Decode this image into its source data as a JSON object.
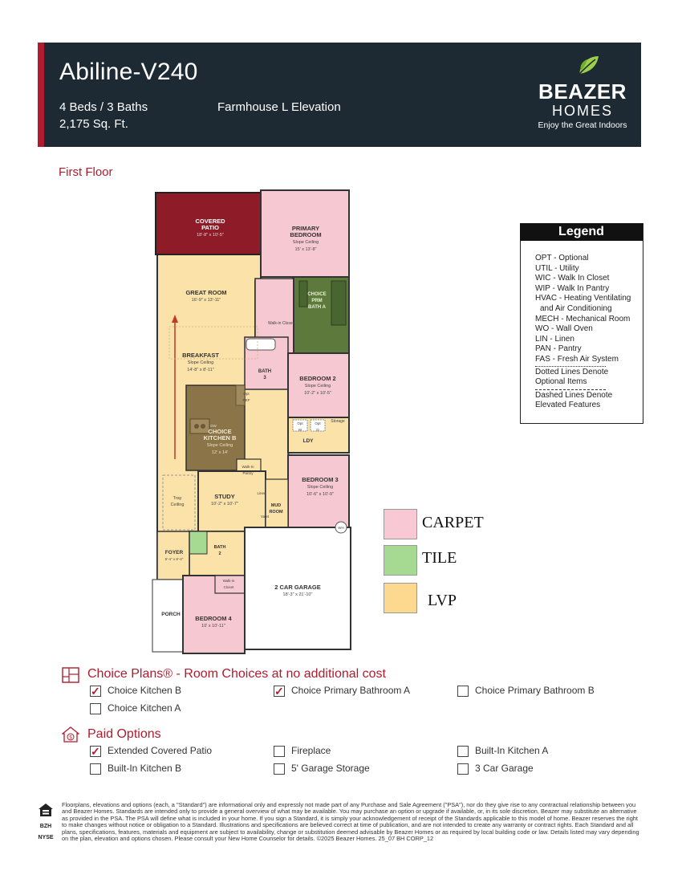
{
  "header": {
    "title": "Abiline-V240",
    "beds_baths": "4 Beds / 3 Baths",
    "sqft": "2,175 Sq. Ft.",
    "elevation": "Farmhouse L Elevation",
    "logo": {
      "main": "BEAZER",
      "sub": "HOMES",
      "tagline": "Enjoy the Great Indoors"
    }
  },
  "section_title": "First Floor",
  "plan": {
    "rooms": {
      "covered_patio": {
        "name": "COVERED\nPATIO",
        "dim": "18'-8\" x 10'-5\""
      },
      "primary_bedroom": {
        "name": "PRIMARY\nBEDROOM",
        "ceiling": "Slope Ceiling",
        "dim": "15' x 13'-8\""
      },
      "great_room": {
        "name": "GREAT ROOM",
        "dim": "16'-9\" x 13'-11\""
      },
      "walk_in_closet_primary": {
        "name": "Walk-in\nCloset"
      },
      "choice_prm_bath": {
        "name": "CHOICE\nPRM\nBATH A"
      },
      "breakfast": {
        "name": "BREAKFAST",
        "ceiling": "Slope Ceiling",
        "dim": "14'-8\" x 8'-11\""
      },
      "bath3": {
        "name": "BATH\n3"
      },
      "bedroom2": {
        "name": "BEDROOM 2",
        "ceiling": "Slope Ceiling",
        "dim": "10'-2\" x 10'-5\""
      },
      "opt_ref": {
        "name": "Opt\nREF"
      },
      "dw": {
        "name": "DW"
      },
      "choice_kitchen": {
        "name": "CHOICE\nKITCHEN B",
        "ceiling": "Slope Ceiling",
        "dim": "12' x 14'"
      },
      "opt_w": {
        "name": "Opt\nW"
      },
      "opt_d": {
        "name": "Opt\nD"
      },
      "storage": {
        "name": "Storage"
      },
      "ldy": {
        "name": "LDY"
      },
      "walk_in_pantry": {
        "name": "Walk-In\nPantry"
      },
      "bedroom3": {
        "name": "BEDROOM 3",
        "ceiling": "Slope Ceiling",
        "dim": "10'-6\" x 10'-9\""
      },
      "tray_ceiling": {
        "name": "Tray\nCeiling"
      },
      "study": {
        "name": "STUDY",
        "dim": "10'-2\" x 10'-7\""
      },
      "linen": {
        "name": "Linen"
      },
      "mud_room": {
        "name": "MUD\nROOM"
      },
      "valet": {
        "name": "Valet"
      },
      "wh": {
        "name": "WH"
      },
      "bath2": {
        "name": "BATH\n2"
      },
      "foyer": {
        "name": "FOYER",
        "dim": "5'-4\" x 8'-4\""
      },
      "walk_in_closet_bed4": {
        "name": "Walk-in\nCloset"
      },
      "garage": {
        "name": "2 CAR GARAGE",
        "dim": "18'-3\" x 21'-10\""
      },
      "porch": {
        "name": "PORCH"
      },
      "bedroom4": {
        "name": "BEDROOM 4",
        "dim": "10' x 10'-11\""
      }
    },
    "colors": {
      "carpet": "#f6c9d2",
      "tile": "#9ed08a",
      "lvp": "#fbe0a2",
      "patio": "#8e1b28",
      "choice_bath": "#5d7a3c",
      "choice_kitchen": "#8a7448",
      "wall": "#333333"
    }
  },
  "legend": {
    "title": "Legend",
    "lines": [
      "OPT - Optional",
      "UTIL - Utility",
      "WIC - Walk In Closet",
      "WIP - Walk In Pantry",
      "HVAC - Heating Ventilating",
      "and Air Conditioning",
      "MECH - Mechanical Room",
      "WO - Wall Oven",
      "LIN - Linen",
      "PAN - Pantry",
      "FAS - Fresh Air System",
      "Dotted Lines Denote",
      "Optional Items",
      "Dashed Lines Denote",
      "Elevated Features"
    ]
  },
  "flooring_key": [
    {
      "label": "CARPET",
      "color": "#f8c9d4"
    },
    {
      "label": "TILE",
      "color": "#a6d991"
    },
    {
      "label": "LVP",
      "color": "#fcd98e"
    }
  ],
  "choice_plans": {
    "title": "Choice Plans® - Room Choices at no additional cost",
    "items": [
      {
        "label": "Choice Kitchen B",
        "checked": true
      },
      {
        "label": "Choice Primary Bathroom A",
        "checked": true
      },
      {
        "label": "Choice Primary Bathroom B",
        "checked": false
      },
      {
        "label": "Choice Kitchen A",
        "checked": false
      }
    ]
  },
  "paid_options": {
    "title": "Paid Options",
    "items": [
      {
        "label": "Extended Covered Patio",
        "checked": true
      },
      {
        "label": "Fireplace",
        "checked": false
      },
      {
        "label": "Built-In Kitchen A",
        "checked": false
      },
      {
        "label": "Built-In Kitchen B",
        "checked": false
      },
      {
        "label": "5' Garage Storage",
        "checked": false
      },
      {
        "label": "3 Car Garage",
        "checked": false
      }
    ]
  },
  "footer": {
    "disclaimer": "Floorplans, elevations and options (each, a \"Standard\") are informational only and expressly not made part of any Purchase and Sale Agreement (\"PSA\"), nor do they give rise to any contractual relationship between you and Beazer Homes. Standards are intended only to provide a general overview of what may be available. You may purchase an option or upgrade if available, or, in its sole discretion, Beazer may substitute an alternative as provided in the PSA. The PSA will define what is included in your home. If you sign a Standard, it is simply your acknowledgement of receipt of the Standards applicable to this model of home. Beazer reserves the right to make changes without notice or obligation to a Standard. Illustrations and specifications are believed correct at time of publication, and are not intended to create any warranty or contract rights. Each Standard and all plans, specifications, features, materials and equipment are subject to availability, change or substitution deemed advisable by Beazer Homes or as required by local building code or law. Details listed may vary depending on the plan, elevation and options chosen. Please consult your New Home Counselor for details. ©2025 Beazer Homes. 25_07 BH CORP_12",
    "ticker_1": "BZH",
    "ticker_2": "NYSE"
  }
}
